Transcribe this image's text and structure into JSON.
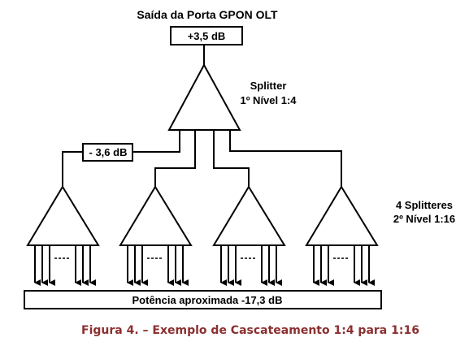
{
  "diagram": {
    "title": "Saída da Porta GPON OLT",
    "input_power": "+3,5 dB",
    "splitter1_label_line1": "Splitter",
    "splitter1_label_line2": "1º Nível 1:4",
    "branch_loss": "- 3,6 dB",
    "splitter2_label_line1": "4 Splitteres",
    "splitter2_label_line2": "2º Nível 1:16",
    "output_power": "Potência aproximada  -17,3 dB",
    "caption": "Figura 4. – Exemplo de Cascateamento 1:4 para 1:16"
  }
}
